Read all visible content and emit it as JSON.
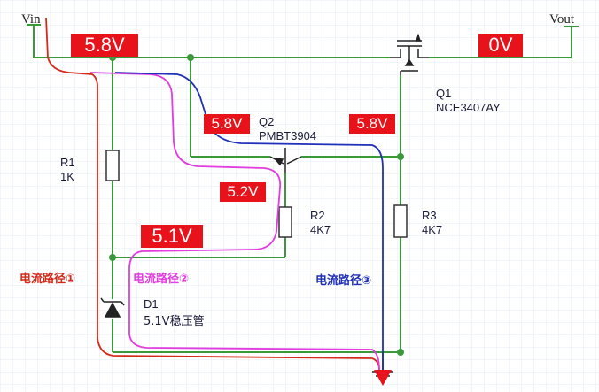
{
  "terminals": {
    "vin": "Vin",
    "vout": "Vout"
  },
  "voltages": {
    "vin_node": "5.8V",
    "vout_node": "0V",
    "q2_emitter": "5.8V",
    "q1_gate": "5.8V",
    "q2_base": "5.2V",
    "zener_node": "5.1V"
  },
  "components": {
    "q1": {
      "ref": "Q1",
      "part": "NCE3407AY"
    },
    "q2": {
      "ref": "Q2",
      "part": "PMBT3904"
    },
    "r1": {
      "ref": "R1",
      "value": "1K"
    },
    "r2": {
      "ref": "R2",
      "value": "4K7"
    },
    "r3": {
      "ref": "R3",
      "value": "4K7"
    },
    "d1": {
      "ref": "D1",
      "value": "5.1V稳压管"
    }
  },
  "current_paths": {
    "path1": {
      "label": "电流路径①",
      "color": "#d42a1a"
    },
    "path2": {
      "label": "电流路径②",
      "color": "#e23be0"
    },
    "path3": {
      "label": "电流路径③",
      "color": "#1e2fb8"
    }
  },
  "colors": {
    "wire": "#3a9a3a",
    "grid": "#e6ebf3",
    "label_box": "#e8121a"
  }
}
